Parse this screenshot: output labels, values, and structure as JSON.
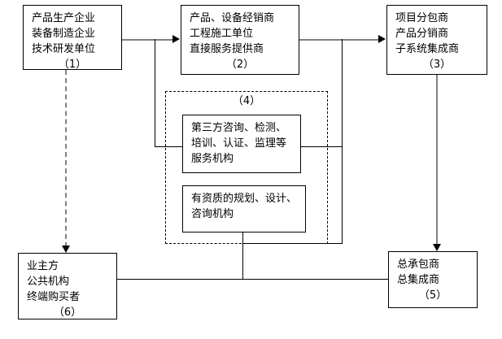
{
  "diagram": {
    "title": "",
    "colors": {
      "background": "#ffffff",
      "border": "#000000",
      "connector_gray": "#808080",
      "connector_black": "#000000"
    },
    "group": {
      "label": "（4）",
      "style": "dashed"
    },
    "nodes": {
      "producer": {
        "lines": [
          "产品生产企业",
          "装备制造企业",
          "技术研发单位"
        ],
        "number": "（1）"
      },
      "dealer": {
        "lines": [
          "产品、设备经销商",
          "工程施工单位",
          "直接服务提供商"
        ],
        "number": "（2）"
      },
      "subcontractor": {
        "lines": [
          "项目分包商",
          "产品分销商",
          "子系统集成商"
        ],
        "number": "（3）"
      },
      "thirdparty": {
        "lines": [
          "第三方咨询、检测、",
          "培训、认证、监理等",
          "服务机构"
        ],
        "number": ""
      },
      "qualified": {
        "lines": [
          "有资质的规划、设计、",
          "咨询机构"
        ],
        "number": ""
      },
      "owner": {
        "lines": [
          "业主方",
          "公共机构",
          "终端购买者"
        ],
        "number": "（6）"
      },
      "general_contractor": {
        "lines": [
          "总承包商",
          "总集成商"
        ],
        "number": "（5）"
      }
    }
  }
}
